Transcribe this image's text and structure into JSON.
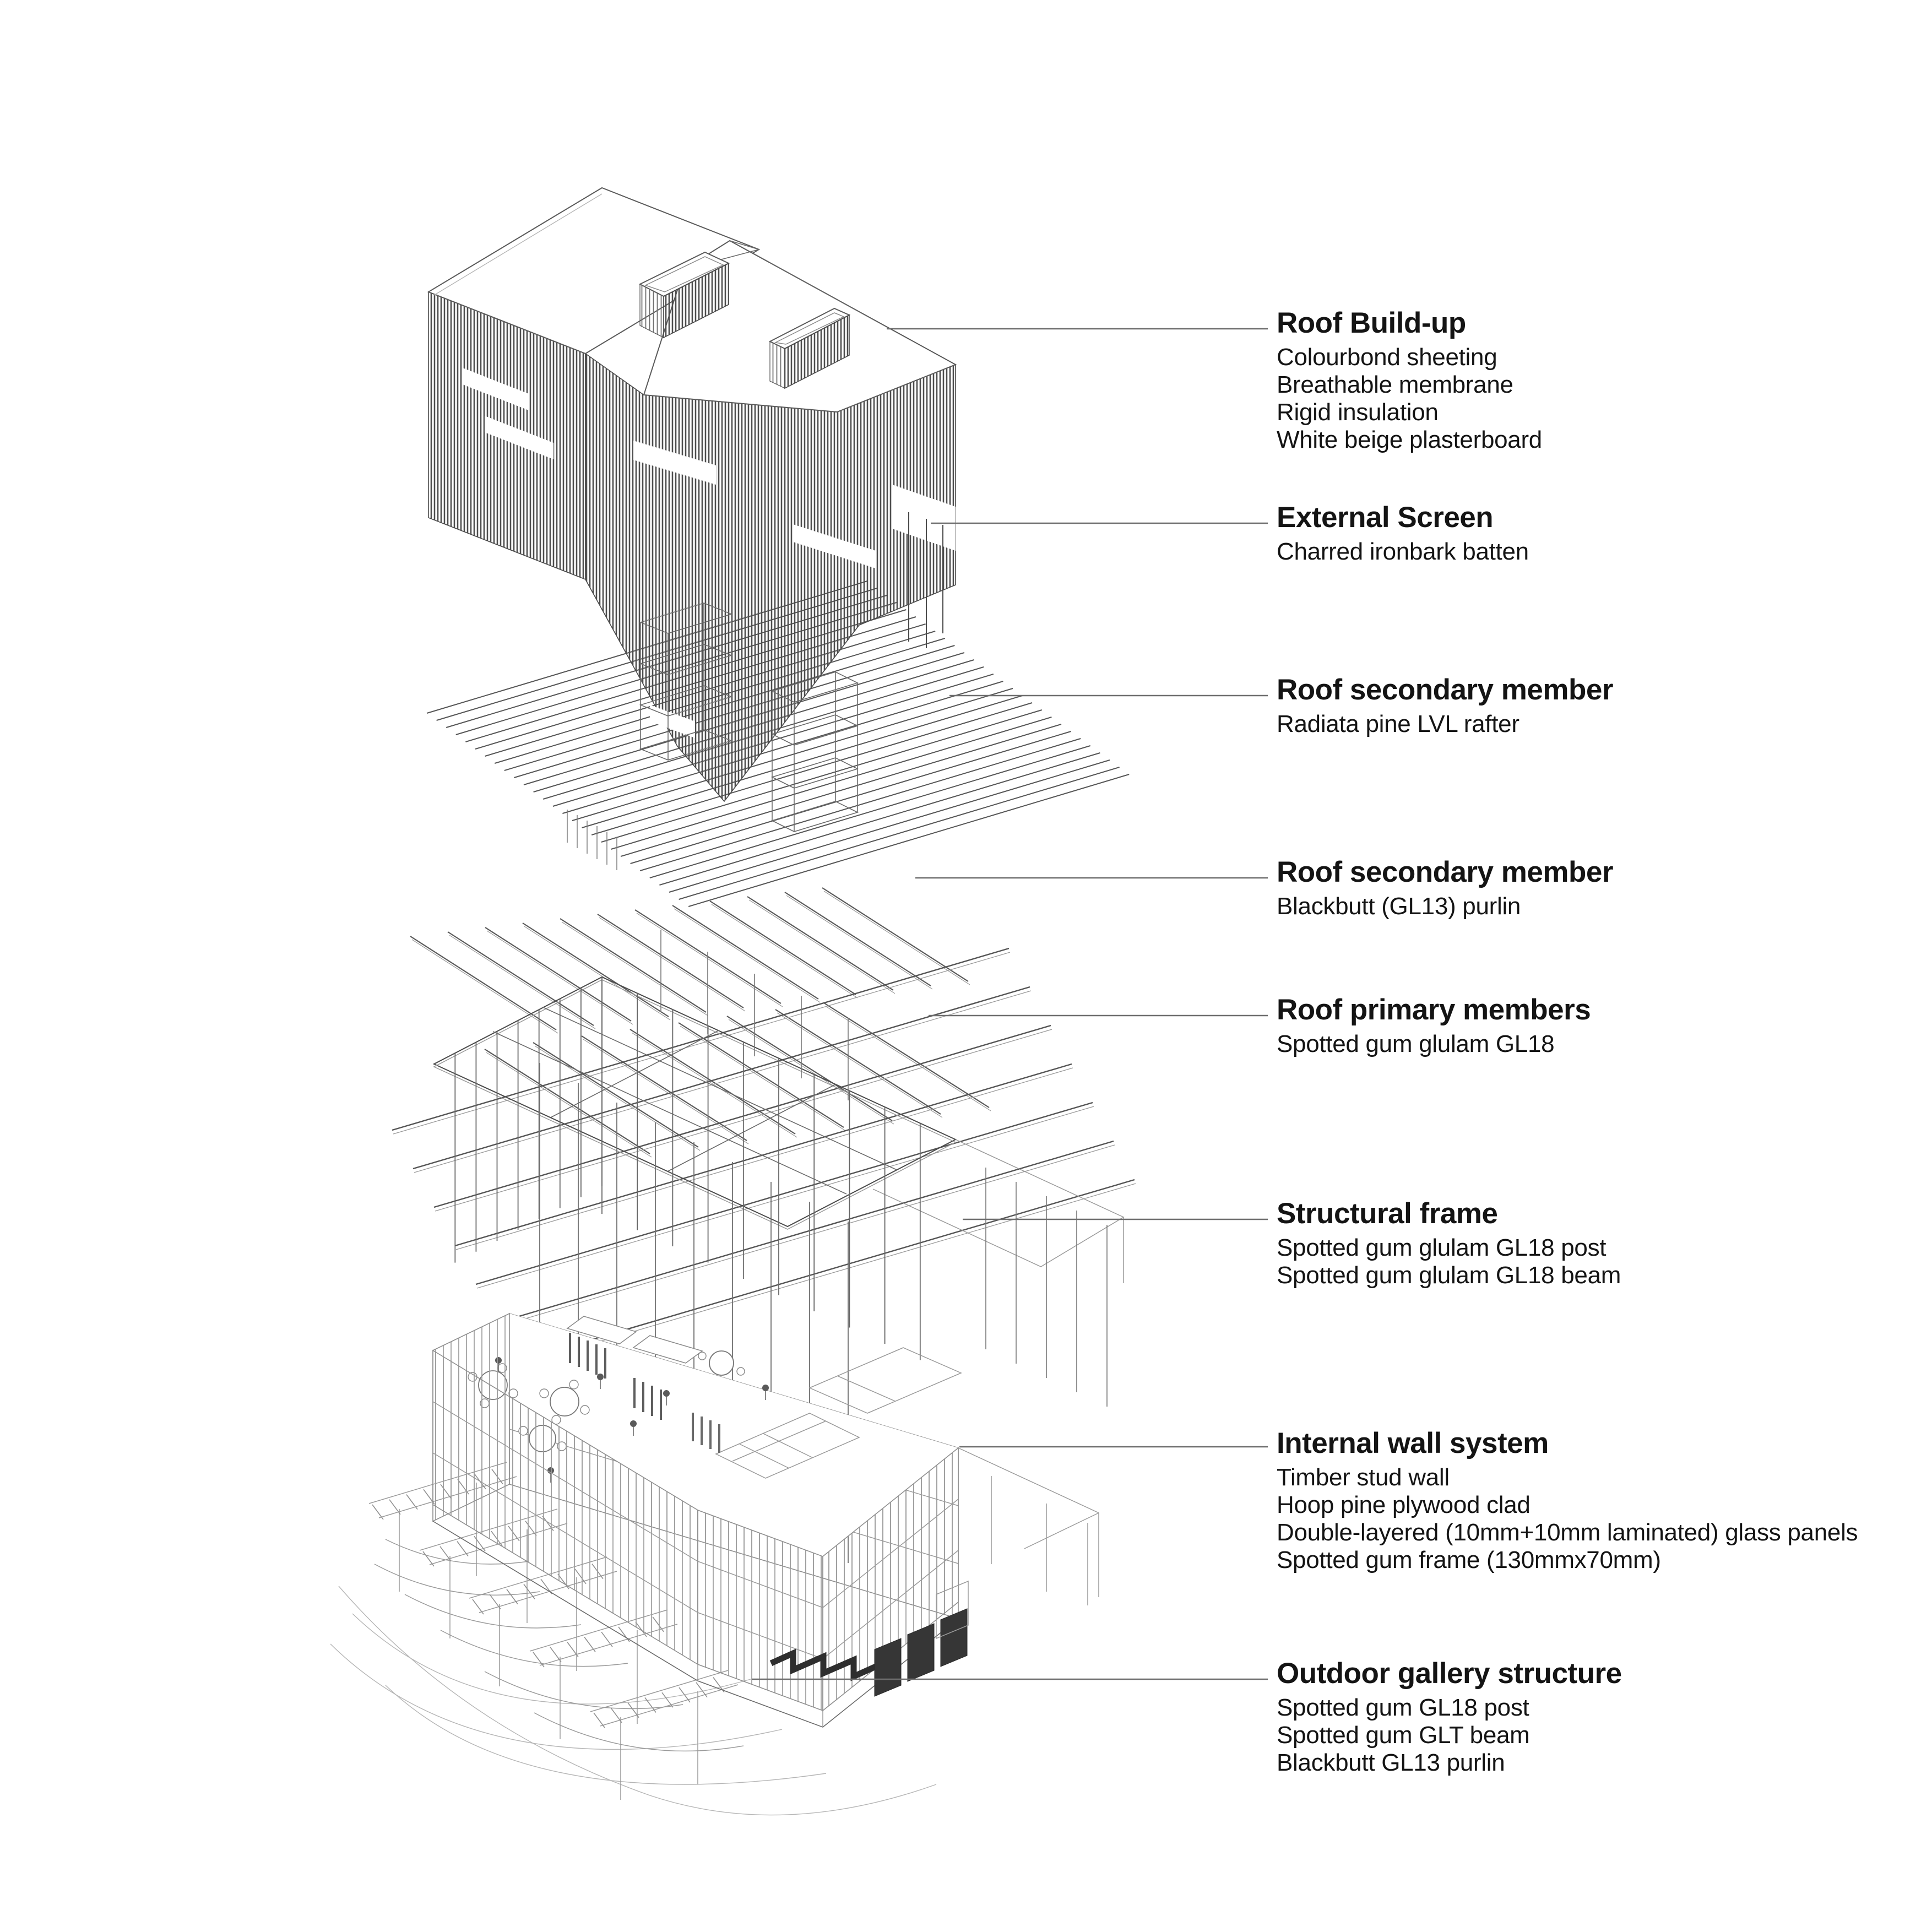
{
  "diagram": {
    "type": "exploded-axonometric-architecture",
    "layer_names": [
      "roof-build-up",
      "external-screen",
      "roof-rafters",
      "roof-purlins",
      "roof-primary-beams",
      "structural-frame",
      "internal-wall-system",
      "outdoor-gallery-structure"
    ]
  },
  "labels": [
    {
      "title": "Roof Build-up",
      "lines": [
        "Colourbond sheeting",
        "Breathable membrane",
        "Rigid insulation",
        "White beige plasterboard"
      ]
    },
    {
      "title": "External Screen",
      "lines": [
        "Charred ironbark batten"
      ]
    },
    {
      "title": "Roof secondary member",
      "lines": [
        "Radiata pine LVL rafter"
      ]
    },
    {
      "title": "Roof secondary member",
      "lines": [
        "Blackbutt (GL13) purlin"
      ]
    },
    {
      "title": "Roof primary members",
      "lines": [
        "Spotted gum glulam GL18"
      ]
    },
    {
      "title": "Structural frame",
      "lines": [
        "Spotted gum glulam GL18 post",
        "Spotted gum glulam GL18 beam"
      ]
    },
    {
      "title": "Internal wall system",
      "lines": [
        "Timber stud wall",
        "Hoop pine plywood clad",
        "Double-layered (10mm+10mm laminated) glass panels",
        "Spotted gum frame (130mmx70mm)"
      ]
    },
    {
      "title": "Outdoor gallery structure",
      "lines": [
        "Spotted gum GL18 post",
        "Spotted gum GLT beam",
        "Blackbutt GL13 purlin"
      ]
    }
  ],
  "colors": {
    "ink": "#141414",
    "drawing_line": "#4a4a4a",
    "leader_line": "#6e6e6e",
    "light_line": "#9a9a9a",
    "dark_panel": "#363636",
    "background": "#ffffff"
  }
}
